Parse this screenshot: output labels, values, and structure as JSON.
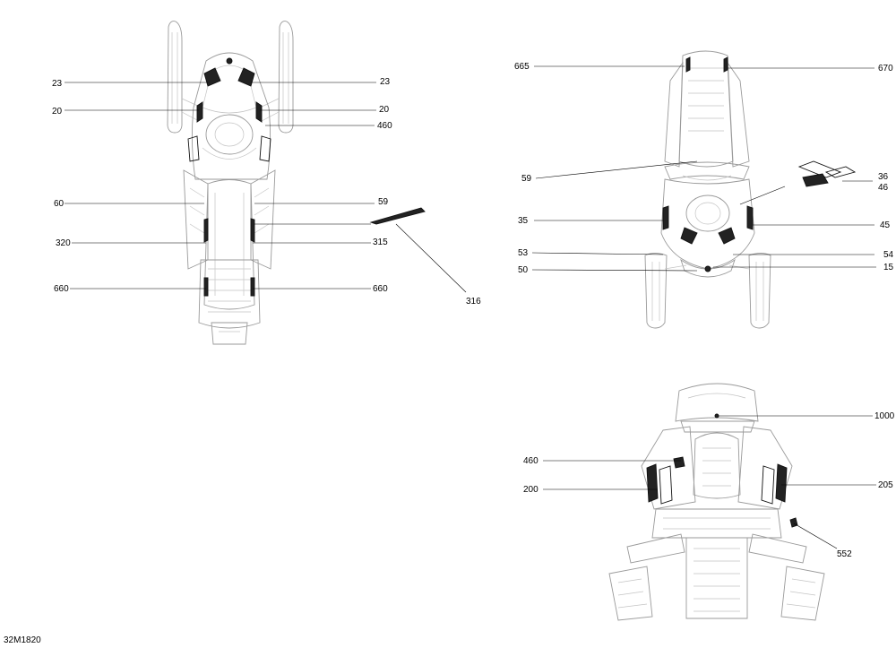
{
  "drawing_code": "32M1820",
  "callouts": [
    {
      "id": "c23l",
      "text": "23"
    },
    {
      "id": "c23r",
      "text": "23"
    },
    {
      "id": "c20l",
      "text": "20"
    },
    {
      "id": "c20r",
      "text": "20"
    },
    {
      "id": "c460a",
      "text": "460"
    },
    {
      "id": "c60",
      "text": "60"
    },
    {
      "id": "c59a",
      "text": "59"
    },
    {
      "id": "c320",
      "text": "320"
    },
    {
      "id": "c315",
      "text": "315"
    },
    {
      "id": "c660l",
      "text": "660"
    },
    {
      "id": "c660r",
      "text": "660"
    },
    {
      "id": "c316",
      "text": "316"
    },
    {
      "id": "c665",
      "text": "665"
    },
    {
      "id": "c670",
      "text": "670"
    },
    {
      "id": "c59b",
      "text": "59"
    },
    {
      "id": "c36",
      "text": "36"
    },
    {
      "id": "c46",
      "text": "46"
    },
    {
      "id": "c35",
      "text": "35"
    },
    {
      "id": "c45",
      "text": "45"
    },
    {
      "id": "c53",
      "text": "53"
    },
    {
      "id": "c54",
      "text": "54"
    },
    {
      "id": "c50",
      "text": "50"
    },
    {
      "id": "c15",
      "text": "15"
    },
    {
      "id": "c1000",
      "text": "1000"
    },
    {
      "id": "c460b",
      "text": "460"
    },
    {
      "id": "c200",
      "text": "200"
    },
    {
      "id": "c205",
      "text": "205"
    },
    {
      "id": "c552",
      "text": "552"
    }
  ]
}
